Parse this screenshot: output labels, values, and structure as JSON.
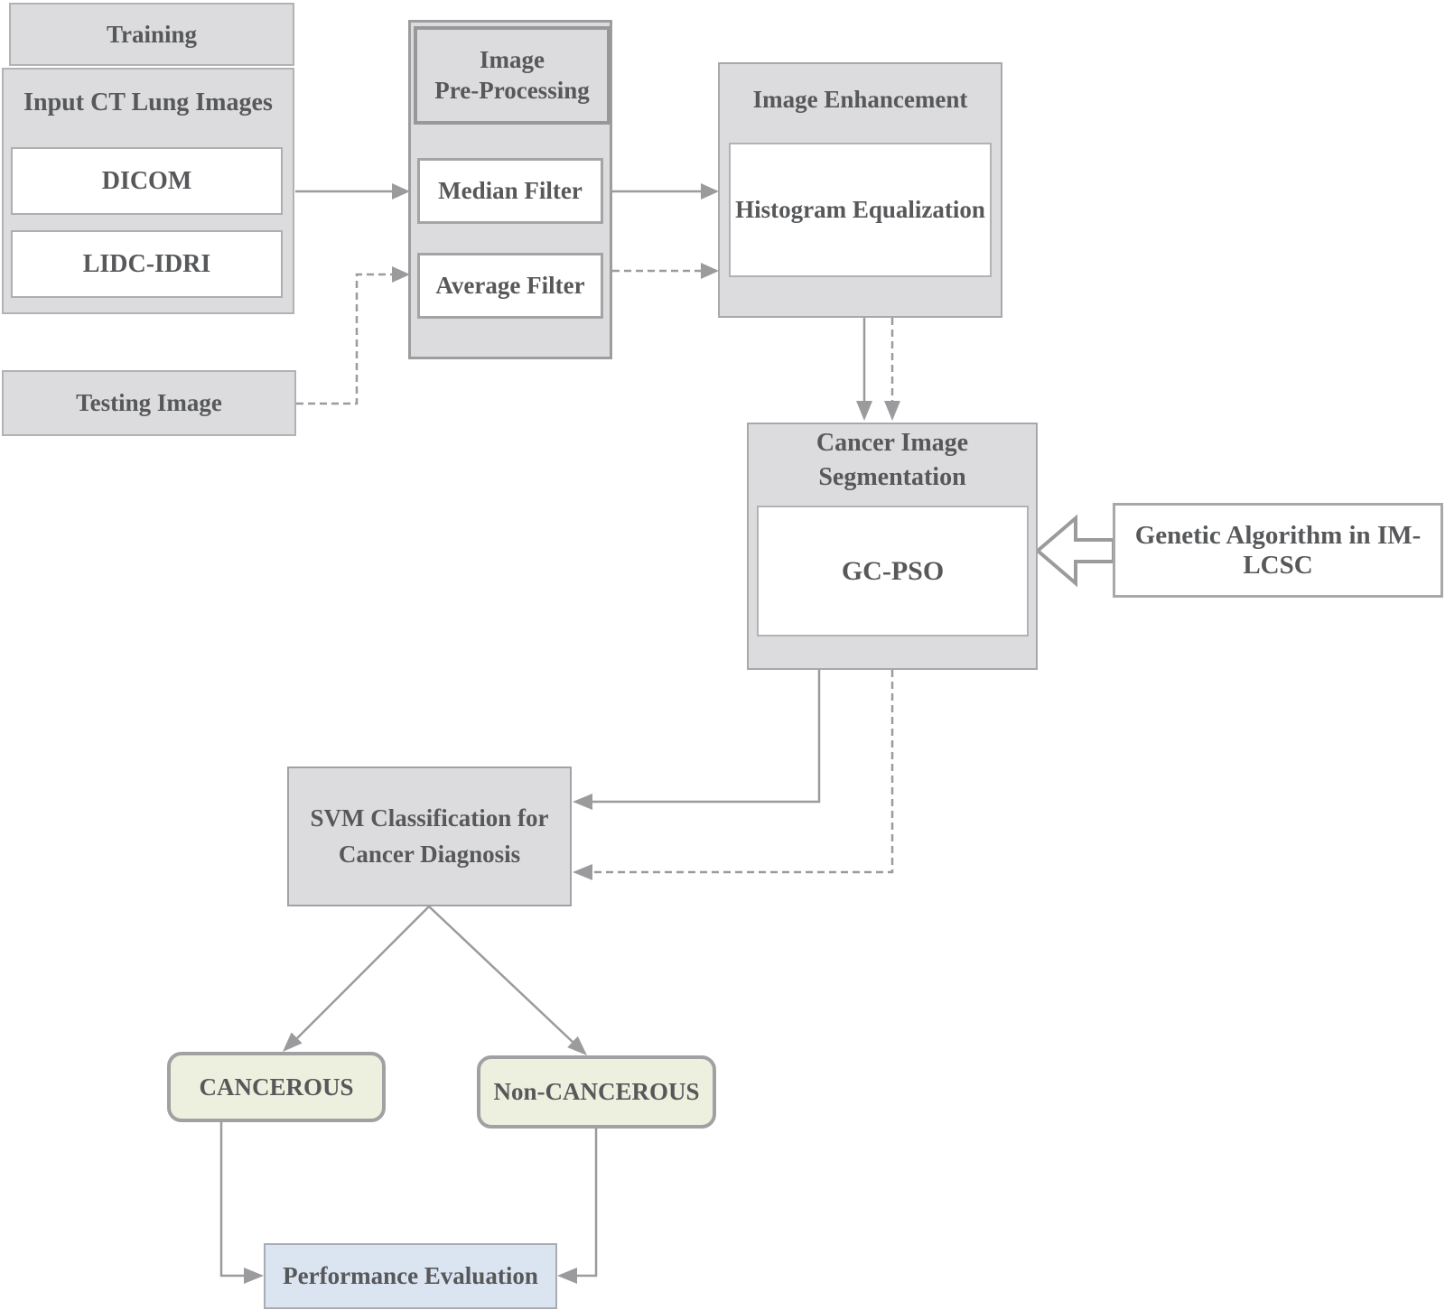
{
  "colors": {
    "box_fill_gray": "#dcdcde",
    "box_border_gray": "#a6a6a8",
    "white_fill": "#ffffff",
    "outcome_fill": "#edf0de",
    "evaluation_fill": "#dbe5f1",
    "connector_gray": "#9b9b9d",
    "text_gray": "#57585a"
  },
  "nodes": {
    "training_header": "Training",
    "input_group_title": "Input CT Lung Images",
    "dicom": "DICOM",
    "lidc_idri": "LIDC-IDRI",
    "testing_image": "Testing Image",
    "preprocessing_title": "Image\nPre-Processing",
    "median_filter": "Median Filter",
    "average_filter": "Average Filter",
    "enhancement_title": "Image Enhancement",
    "histogram_equalization": "Histogram Equalization",
    "segmentation_title": "Cancer Image\nSegmentation",
    "gc_pso": "GC-PSO",
    "genetic_algorithm": "Genetic Algorithm in IM-LCSC",
    "svm_classification": "SVM Classification for\nCancer Diagnosis",
    "cancerous": "CANCEROUS",
    "non_cancerous": "Non-CANCEROUS",
    "performance_evaluation": "Performance Evaluation"
  }
}
